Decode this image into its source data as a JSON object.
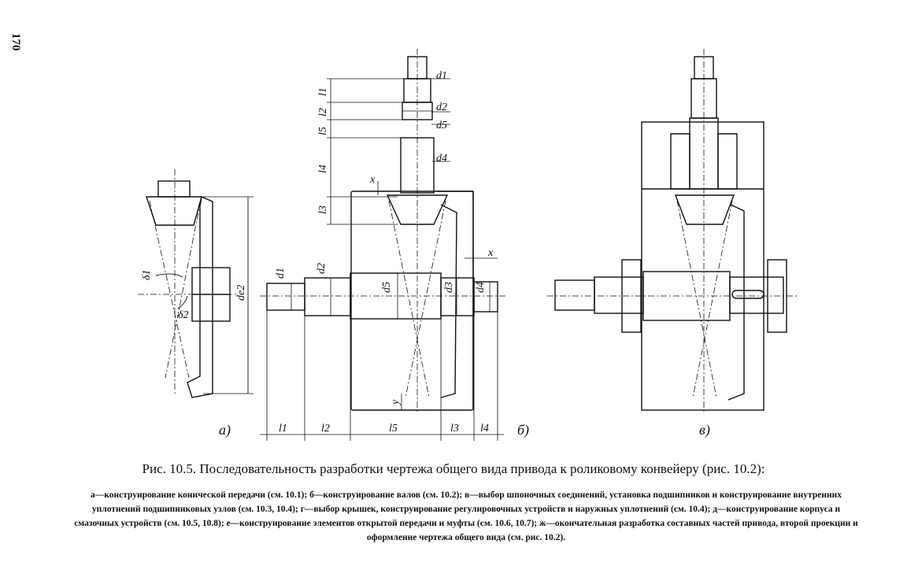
{
  "page_number": "170",
  "panel_labels": {
    "a": "a)",
    "b": "б)",
    "c": "в)"
  },
  "dimension_labels": {
    "d1": "d1",
    "d2": "d2",
    "d3": "d3",
    "d4": "d4",
    "d5": "d5",
    "l1": "l1",
    "l2": "l2",
    "l3": "l3",
    "l4": "l4",
    "l5": "l5",
    "x": "x",
    "y": "y",
    "delta1": "δ1",
    "delta2": "δ2",
    "de2": "de2"
  },
  "caption": {
    "title": "Рис. 10.5. Последовательность разработки чертежа общего вида привода к роликовому конвейеру (рис. 10.2):",
    "body": "а—конструирование конической передачи (см. 10.1); б—конструирование валов (см. 10.2); в—выбор шпоночных соединений, установка подшипников и конструирование внутренних уплотнений подшипниковых узлов (см. 10.3, 10.4); г—выбор крышек, конструирование регулировочных устройств и наружных уплотнений (см. 10.4); д—конструирование корпуса и смазочных устройств (см. 10.5, 10.8); е—конструирование элементов открытой передачи и муфты (см. 10.6, 10.7); ж—окончательная разработка составных частей привода, второй проекции и оформление чертежа общего вида (см. рис. 10.2)."
  }
}
